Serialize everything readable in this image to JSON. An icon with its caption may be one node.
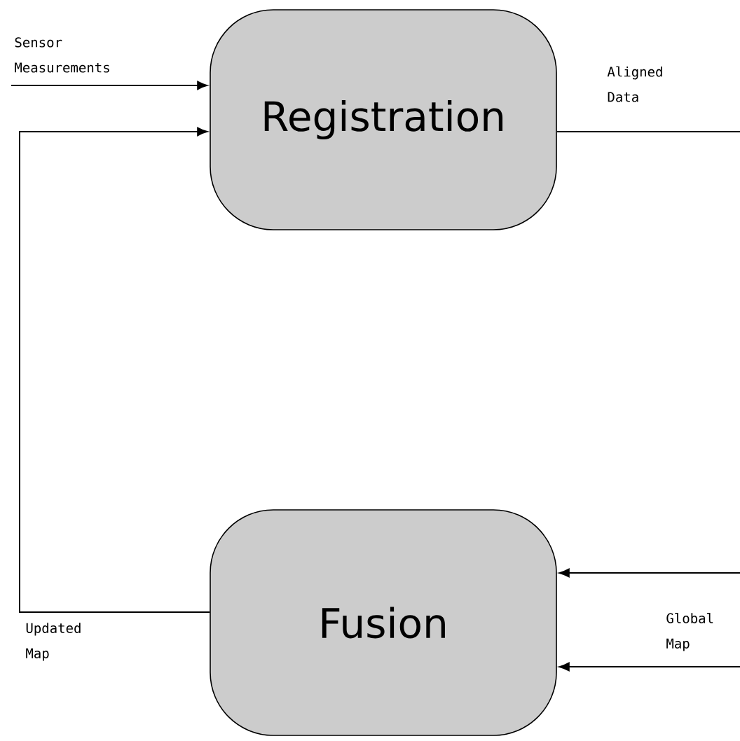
{
  "diagram": {
    "nodes": [
      {
        "text": [
          "Registration"
        ]
      },
      {
        "text": [
          "Fusion"
        ]
      }
    ],
    "edges": [
      {
        "from": null,
        "to": 0,
        "arrow": "to",
        "label": "Sensor Measurements"
      },
      {
        "from": 0,
        "to": null,
        "arrow": "none",
        "label": "Aligned Data"
      },
      {
        "from": null,
        "to": 1,
        "arrow": "to"
      },
      {
        "from": null,
        "to": 1,
        "arrow": "to",
        "label": "Global Map"
      },
      {
        "from": 1,
        "to": 0,
        "arrow": "to",
        "label": "Updated Map"
      }
    ]
  }
}
